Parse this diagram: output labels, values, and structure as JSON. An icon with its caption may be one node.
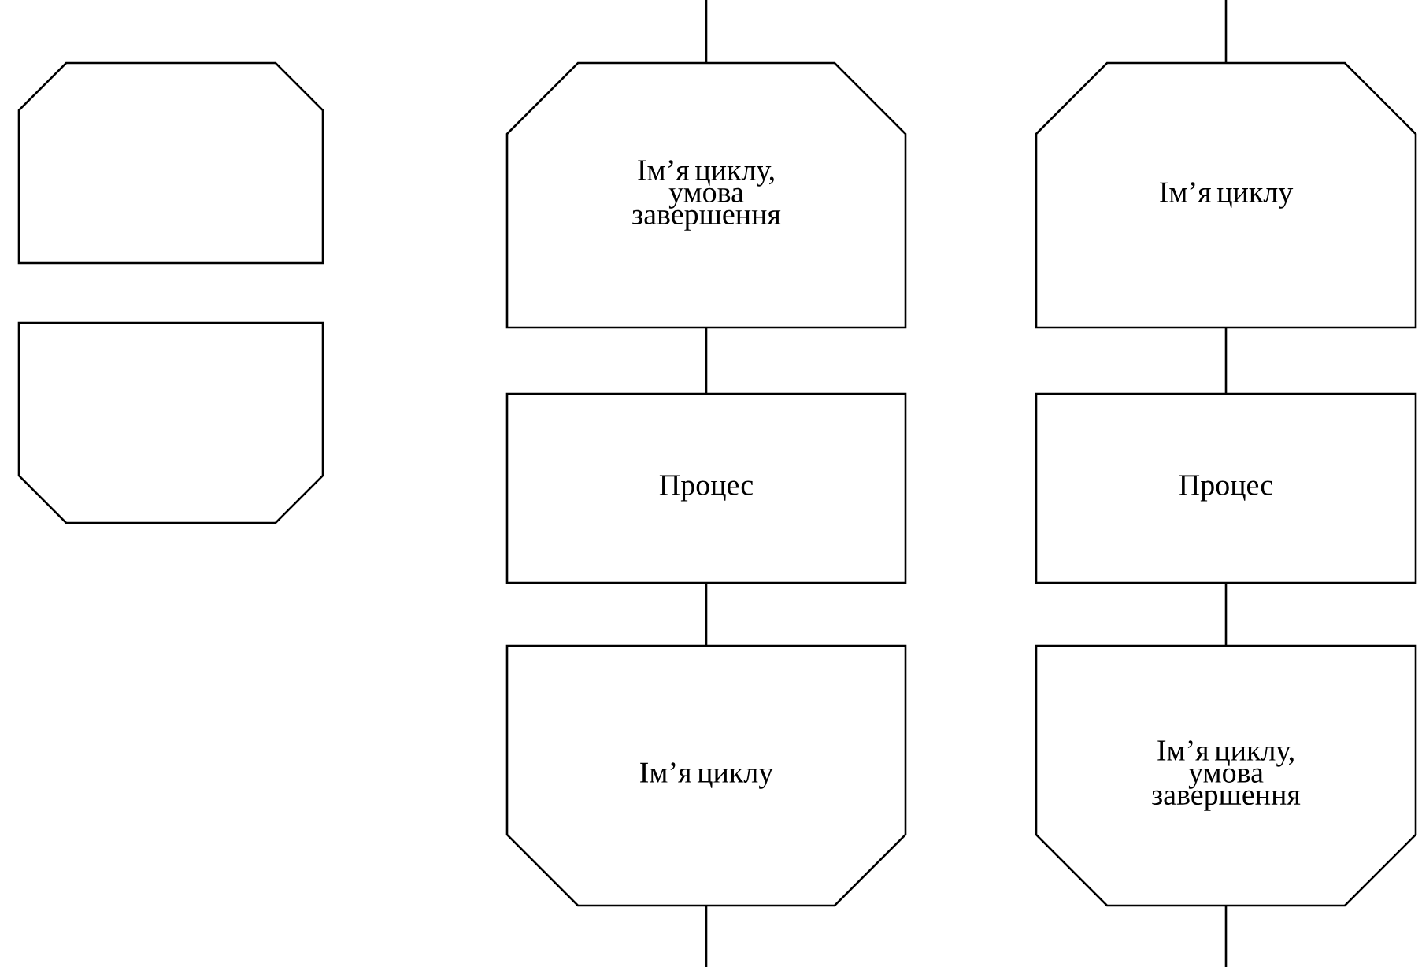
{
  "diagram": {
    "nodes": [
      {
        "text": [],
        "shape": "box"
      },
      {
        "text": [],
        "shape": "box"
      },
      {
        "text": [
          "Ім’я циклу, умова завершення"
        ]
      },
      {
        "text": [
          "Процес"
        ]
      },
      {
        "text": [
          "Ім’я циклу"
        ]
      },
      {
        "text": [
          "Ім’я циклу"
        ]
      },
      {
        "text": [
          "Процес"
        ]
      },
      {
        "text": [
          "Ім’я циклу, умова завершення"
        ]
      }
    ],
    "edges": [
      {
        "from": null,
        "to": 2,
        "arrow": "none"
      },
      {
        "from": 2,
        "to": 3,
        "arrow": "none"
      },
      {
        "from": 3,
        "to": 4,
        "arrow": "none"
      },
      {
        "from": 4,
        "to": null,
        "arrow": "none"
      },
      {
        "from": null,
        "to": 5,
        "arrow": "none"
      },
      {
        "from": 5,
        "to": 6,
        "arrow": "none"
      },
      {
        "from": 6,
        "to": 7,
        "arrow": "none"
      },
      {
        "from": 7,
        "to": null,
        "arrow": "none"
      }
    ]
  }
}
